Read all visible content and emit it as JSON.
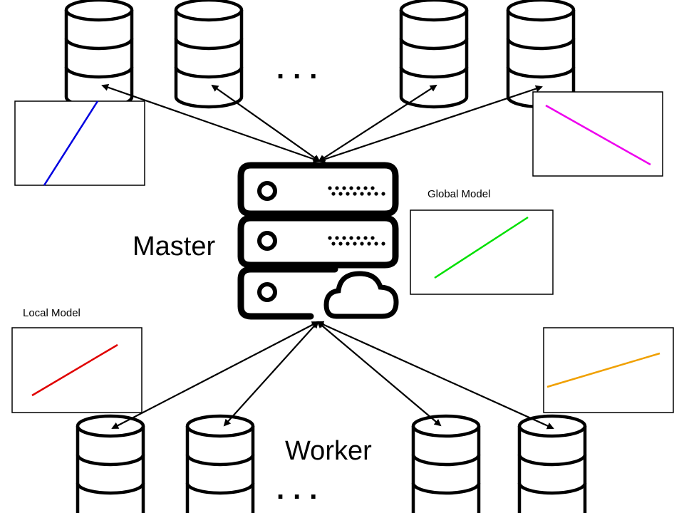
{
  "labels": {
    "master": "Master",
    "worker": "Worker",
    "global_model": "Global Model",
    "local_model": "Local Model",
    "ellipsis_top": "...",
    "ellipsis_bottom": "..."
  },
  "colors": {
    "chart_blue": "#0000e0",
    "chart_magenta": "#ee00ee",
    "chart_green": "#00e000",
    "chart_red": "#e00000",
    "chart_orange": "#f0a000"
  },
  "icons": {
    "server": "server-cloud-icon",
    "worker_db": "database-icon"
  }
}
